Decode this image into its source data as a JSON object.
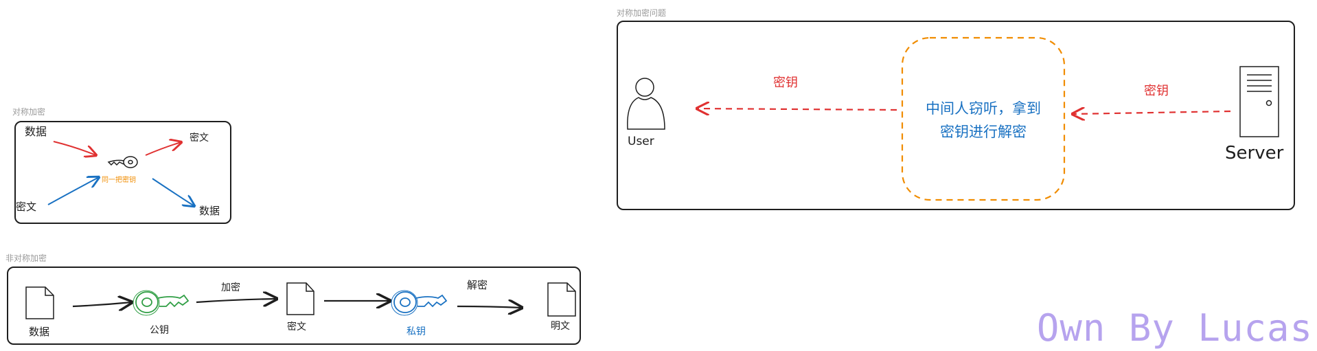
{
  "symmetric": {
    "title": "对称加密",
    "data_top": "数据",
    "cipher_top": "密文",
    "cipher_bottom": "密文",
    "data_bottom": "数据",
    "same_key": "同一把密钥"
  },
  "asymmetric": {
    "title": "非对称加密",
    "doc1": "数据",
    "public_key": "公钥",
    "encrypt": "加密",
    "doc2": "密文",
    "private_key": "私钥",
    "decrypt": "解密",
    "doc3": "明文"
  },
  "problem": {
    "title": "对称加密问题",
    "user": "User",
    "server": "Server",
    "key_left": "密钥",
    "key_right": "密钥",
    "mitm_line1": "中间人窃听，拿到",
    "mitm_line2": "密钥进行解密"
  },
  "watermark": "Own By Lucas",
  "colors": {
    "red": "#e03131",
    "blue": "#1971c2",
    "green": "#2f9e44",
    "orange": "#f08c00",
    "stroke": "#1e1e1e"
  },
  "icons": [
    "key-icon",
    "document-icon",
    "user-icon",
    "server-icon"
  ]
}
